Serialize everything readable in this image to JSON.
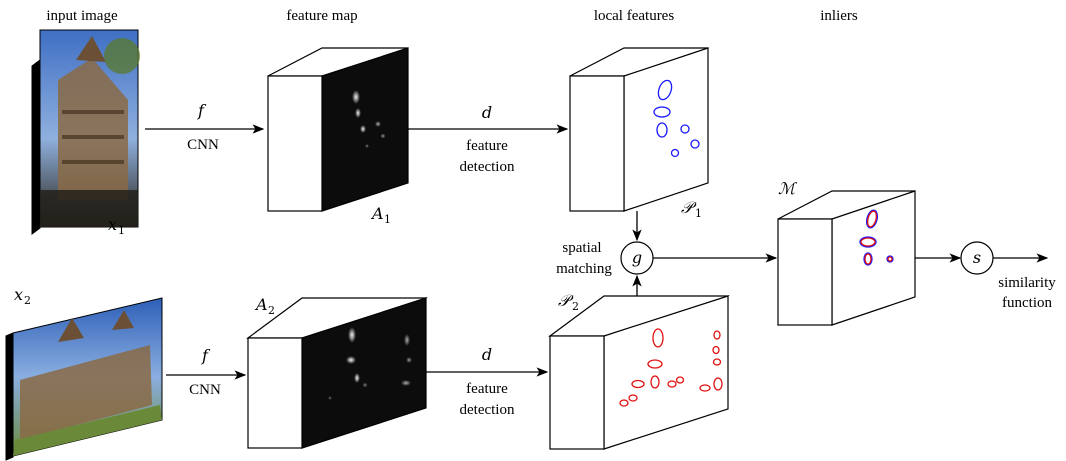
{
  "headers": {
    "input_image": "input image",
    "feature_map": "feature map",
    "local_features": "local features",
    "inliers": "inliers"
  },
  "symbols": {
    "x1": "x",
    "x1_sub": "1",
    "x2": "x",
    "x2_sub": "2",
    "A1": "A",
    "A1_sub": "1",
    "A2": "A",
    "A2_sub": "2",
    "P1": "𝒫",
    "P1_sub": "1",
    "P2": "𝒫",
    "P2_sub": "2",
    "M": "ℳ",
    "f_top": "f",
    "f_bottom": "f",
    "d_top": "d",
    "d_bottom": "d",
    "g": "g",
    "s": "s"
  },
  "labels": {
    "cnn_top": "CNN",
    "cnn_bottom": "CNN",
    "feature_top": "feature",
    "detection_top": "detection",
    "feature_bottom": "feature",
    "detection_bottom": "detection",
    "spatial": "spatial",
    "matching": "matching",
    "similarity": "similarity",
    "function": "function"
  },
  "colors": {
    "blue_features": "#1a1aff",
    "red_features": "#e01010",
    "sky": "#4a78c8",
    "building": "#8a6a45"
  }
}
